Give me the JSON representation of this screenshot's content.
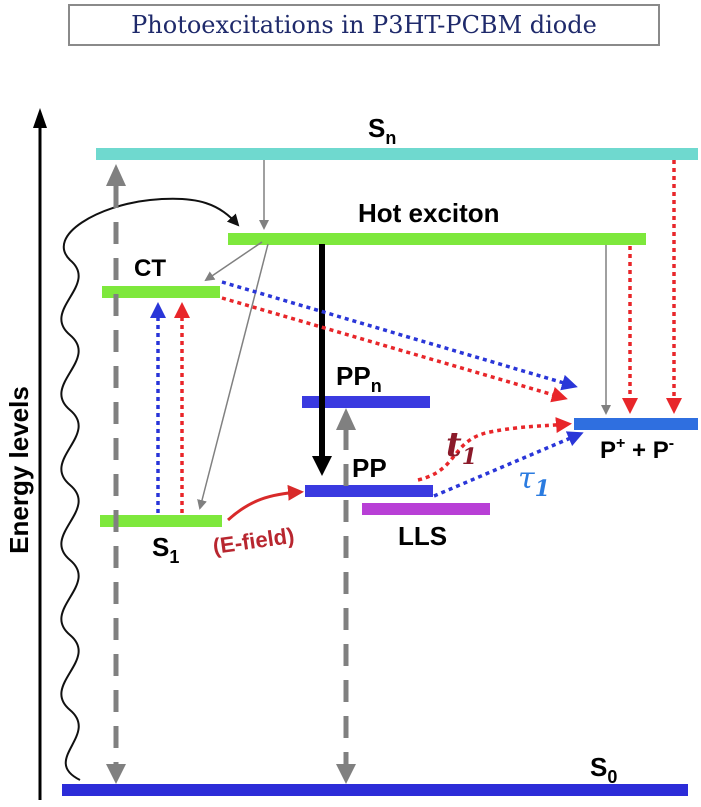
{
  "title": "Photoexcitations in P3HT-PCBM diode",
  "axis_label": "Energy levels",
  "levels": {
    "sn": {
      "label": "S",
      "sub": "n",
      "color": "#6fd9cf"
    },
    "hot": {
      "label": "Hot exciton",
      "color": "#7ee83c"
    },
    "ct": {
      "label": "CT",
      "color": "#7ee83c"
    },
    "s1": {
      "label": "S",
      "sub": "1",
      "color": "#7ee83c"
    },
    "ppn": {
      "label": "PP",
      "sub": "n",
      "color": "#3a3ae0"
    },
    "pp": {
      "label": "PP",
      "color": "#3a3ae0"
    },
    "lls": {
      "label": "LLS",
      "color": "#b83fd6"
    },
    "pol": {
      "label": "P",
      "sup1": "+",
      "mid": " + P",
      "sup2": "-",
      "color": "#2f6fe0"
    },
    "s0": {
      "label": "S",
      "sub": "0",
      "color": "#2c2cd8"
    }
  },
  "annotations": {
    "efield": "(E-field)",
    "t1": "t",
    "t1_sub": "1",
    "tau1": "τ",
    "tau1_sub": "1"
  },
  "colors": {
    "red_arrow": "#e8262a",
    "blue_arrow": "#2a36d8",
    "gray_arrow": "#808080",
    "efield_text": "#b8262f",
    "t1_text": "#8b1a2a",
    "tau1_text": "#2a7be0"
  }
}
